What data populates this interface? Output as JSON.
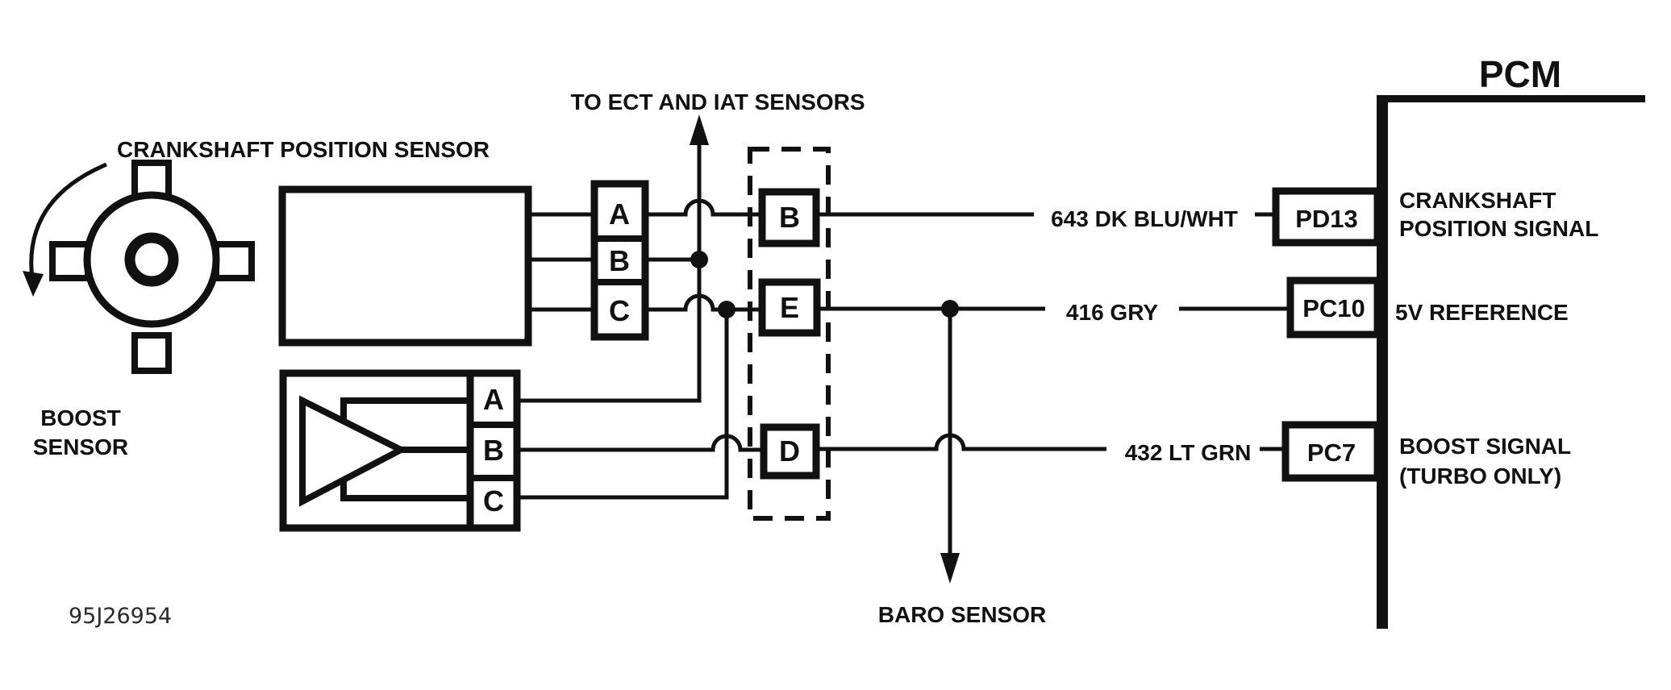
{
  "figure": {
    "id": "95J26954"
  },
  "crank_sensor": {
    "label": "CRANKSHAFT POSITION SENSOR",
    "pins": [
      "A",
      "B",
      "C"
    ]
  },
  "boost_sensor": {
    "label_line1": "BOOST",
    "label_line2": "SENSOR",
    "pins": [
      "A",
      "B",
      "C"
    ]
  },
  "inline_connector": {
    "pins": [
      "B",
      "E",
      "D"
    ]
  },
  "ect_iat": {
    "label": "TO ECT AND IAT SENSORS"
  },
  "baro": {
    "label": "BARO SENSOR"
  },
  "wires": {
    "crank_signal": "643 DK BLU/WHT",
    "reference": "416 GRY",
    "boost_signal": "432 LT GRN"
  },
  "pcm": {
    "title": "PCM",
    "pins": [
      {
        "id": "PD13",
        "signal_line1": "CRANKSHAFT",
        "signal_line2": "POSITION SIGNAL"
      },
      {
        "id": "PC10",
        "signal_line1": "5V REFERENCE",
        "signal_line2": ""
      },
      {
        "id": "PC7",
        "signal_line1": "BOOST SIGNAL",
        "signal_line2": "(TURBO ONLY)"
      }
    ]
  },
  "colors": {
    "ink": "#111111",
    "background": "#ffffff"
  }
}
